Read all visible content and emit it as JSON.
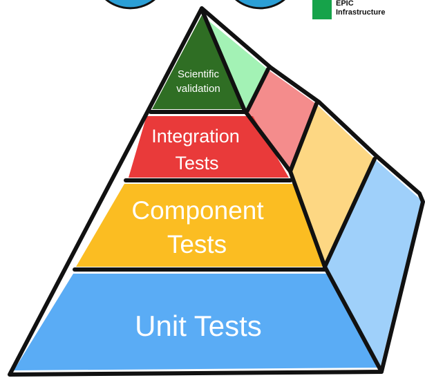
{
  "legend": {
    "line1": "EPIC",
    "line2": "Infrastructure",
    "color": "#16a34a"
  },
  "pyramid": {
    "layers": [
      {
        "name": "scientific-validation",
        "line1": "Scientific",
        "line2": "validation",
        "front_color": "#2f6e24",
        "side_color": "#a3f2b5"
      },
      {
        "name": "integration-tests",
        "line1": "Integration",
        "line2": "Tests",
        "front_color": "#e93a3a",
        "side_color": "#f48c8c"
      },
      {
        "name": "component-tests",
        "line1": "Component",
        "line2": "Tests",
        "front_color": "#fbbd22",
        "side_color": "#fdd783"
      },
      {
        "name": "unit-tests",
        "line1": "Unit Tests",
        "line2": "",
        "front_color": "#5aacf5",
        "side_color": "#9fd0fa"
      }
    ],
    "outline_color": "#111111",
    "circle_color": "#2b9fd6"
  }
}
